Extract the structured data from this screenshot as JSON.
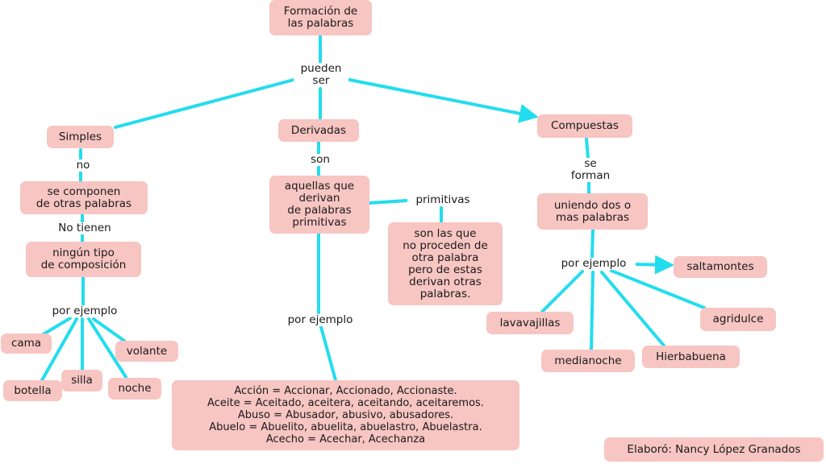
{
  "colors": {
    "node_fill": "#f7c5c2",
    "connector": "#22ddee",
    "background": "#ffffff"
  },
  "concept_map": {
    "root": "Formación de\nlas palabras",
    "root_link": "pueden\nser",
    "simples": {
      "title": "Simples",
      "link_no": "no",
      "desc": "se componen\nde otras palabras",
      "link_no_tienen": "No tienen",
      "detail": "ningún tipo\nde composición",
      "link_ejemplo": "por ejemplo",
      "examples": [
        "cama",
        "botella",
        "silla",
        "volante",
        "noche"
      ]
    },
    "derivadas": {
      "title": "Derivadas",
      "link_son": "son",
      "desc": "aquellas que\nderivan\nde palabras\nprimitivas",
      "link_primitivas": "primitivas",
      "primitivas_desc": "son las que\nno proceden de\notra palabra\npero de estas\nderivan otras\npalabras.",
      "link_ejemplo": "por ejemplo",
      "examples": "Acción = Accionar, Accionado, Accionaste.\nAceite = Aceitado, aceitera, aceitando, aceitaremos.\nAbuso = Abusador, abusivo, abusadores.\nAbuelo = Abuelito, abuelita, abuelastro, Abuelastra.\nAcecho = Acechar, Acechanza"
    },
    "compuestas": {
      "title": "Compuestas",
      "link_se_forman": "se\nforman",
      "desc": "uniendo dos o\nmas palabras",
      "link_ejemplo": "por ejemplo",
      "examples": [
        "saltamontes",
        "lavavajillas",
        "medianoche",
        "Hierbabuena",
        "agridulce"
      ]
    },
    "credit": "Elaboró: Nancy López Granados"
  }
}
